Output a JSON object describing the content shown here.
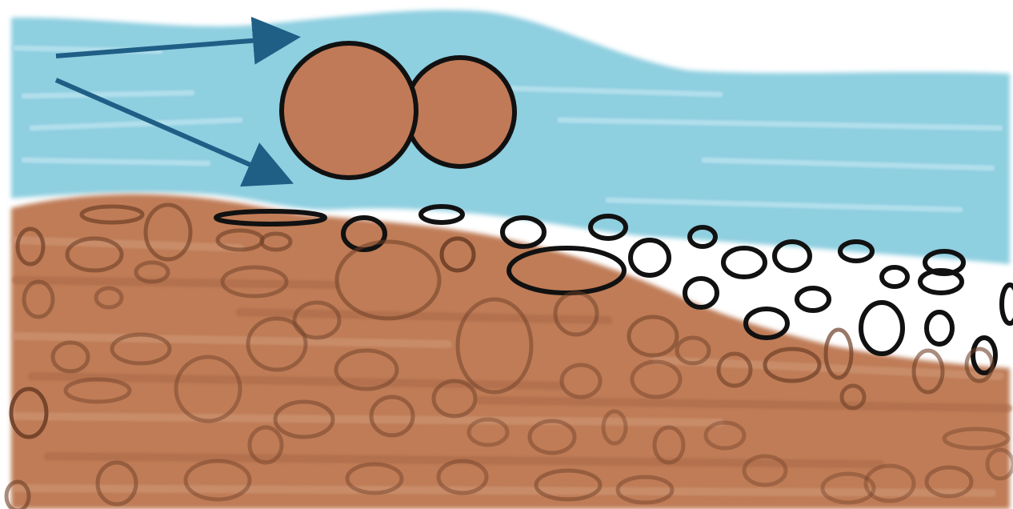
{
  "diagram": {
    "colors": {
      "background": "#ffffff",
      "water": "#8ecfe0",
      "water_light": "#b9e2ee",
      "sediment": "#bf7c57",
      "sediment_dark": "#a9684a",
      "grain_fill": "#c07a57",
      "outline": "#111111",
      "arrow": "#1f5e85"
    },
    "elements": {
      "water_layer": "water-flow",
      "sediment_layer": "sediment-bed",
      "suspended_grains": 2,
      "flow_arrows": 2
    }
  }
}
